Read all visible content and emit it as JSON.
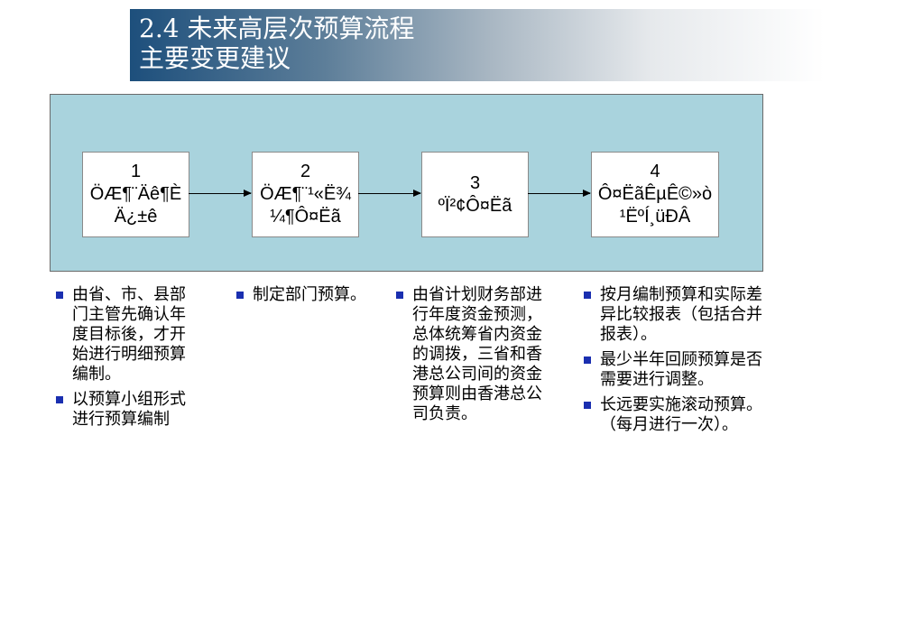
{
  "title": {
    "line1": "2.4 未来高层次预算流程",
    "line2": "主要变更建议"
  },
  "diagram": {
    "steps": [
      {
        "number": "1",
        "lines": [
          "ÖÆ¶¨Äê¶È",
          "Ä¿±ê"
        ]
      },
      {
        "number": "2",
        "lines": [
          "ÖÆ¶¨¹«Ë¾",
          "¼¶Ô¤Ëã"
        ]
      },
      {
        "number": "3",
        "lines": [
          "ºÏ²¢Ô¤Ëã"
        ]
      },
      {
        "number": "4",
        "lines": [
          "Ô¤ËãÊµÊ©»ò",
          "¹ËºÍ¸üÐÂ"
        ]
      }
    ]
  },
  "notes": [
    {
      "items": [
        "由省、市、县部门主管先确认年度目标後，才开始进行明细预算编制。",
        "以预算小组形式进行预算编制"
      ]
    },
    {
      "items": [
        "制定部门预算。"
      ]
    },
    {
      "items": [
        "由省计划财务部进行年度资金预测，总体统筹省内资金的调拨，三省和香港总公司间的资金预算则由香港总公司负责。"
      ]
    },
    {
      "items": [
        "按月编制预算和实际差异比较报表（包括合并报表）。",
        "最少半年回顾预算是否需要进行调整。",
        "长远要实施滚动预算。（每月进行一次）。"
      ]
    }
  ],
  "colors": {
    "panel": "#a9d3dd",
    "bullet": "#1a2fb0",
    "banner_start": "#1d4f7c"
  }
}
